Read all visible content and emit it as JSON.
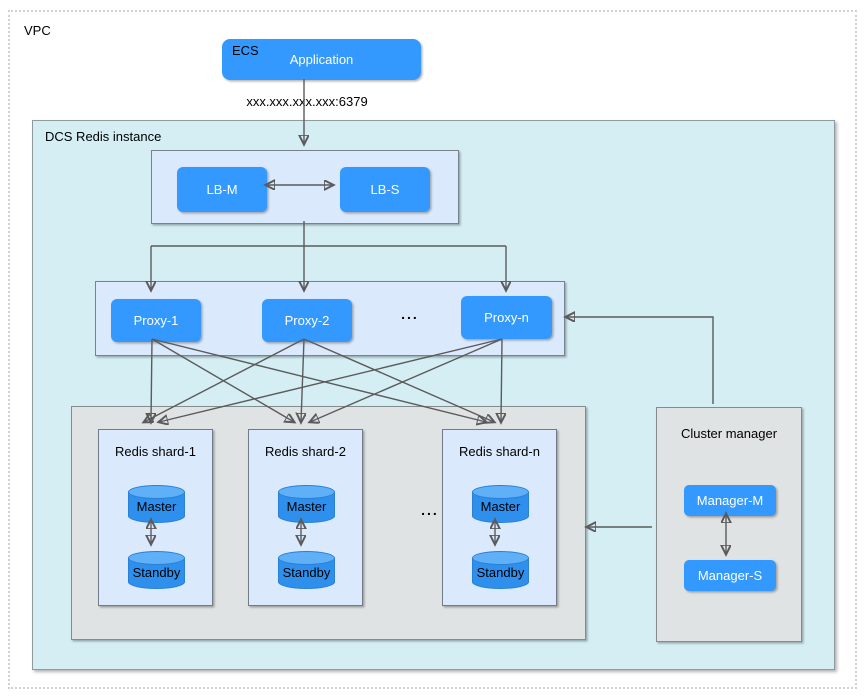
{
  "vpc": {
    "label": "VPC"
  },
  "ecs": {
    "label": "ECS",
    "app_label": "Application"
  },
  "connection": {
    "endpoint_label": "xxx.xxx.xxx.xxx:6379"
  },
  "dcs": {
    "label": "DCS Redis instance",
    "load_balancers": [
      {
        "label": "LB-M"
      },
      {
        "label": "LB-S"
      }
    ],
    "proxies": [
      {
        "label": "Proxy-1"
      },
      {
        "label": "Proxy-2"
      },
      {
        "label": "Proxy-n"
      }
    ],
    "proxies_ellipsis": "...",
    "shards": [
      {
        "title": "Redis shard-1",
        "nodes": [
          {
            "label": "Master"
          },
          {
            "label": "Standby"
          }
        ]
      },
      {
        "title": "Redis shard-2",
        "nodes": [
          {
            "label": "Master"
          },
          {
            "label": "Standby"
          }
        ]
      },
      {
        "title": "Redis shard-n",
        "nodes": [
          {
            "label": "Master"
          },
          {
            "label": "Standby"
          }
        ]
      }
    ],
    "shards_ellipsis": "...",
    "cluster_manager": {
      "title": "Cluster manager",
      "nodes": [
        {
          "label": "Manager-M"
        },
        {
          "label": "Manager-S"
        }
      ]
    }
  },
  "colors": {
    "node_blue": "#3399ff",
    "panel_blue": "#dbe9fc",
    "instance_background": "#d4eef3",
    "panel_gray": "#e0e3e3",
    "cylinder_body": "#2e8fec",
    "cylinder_top": "#5fb0f7",
    "connector_gray": "#5b5b5b"
  }
}
